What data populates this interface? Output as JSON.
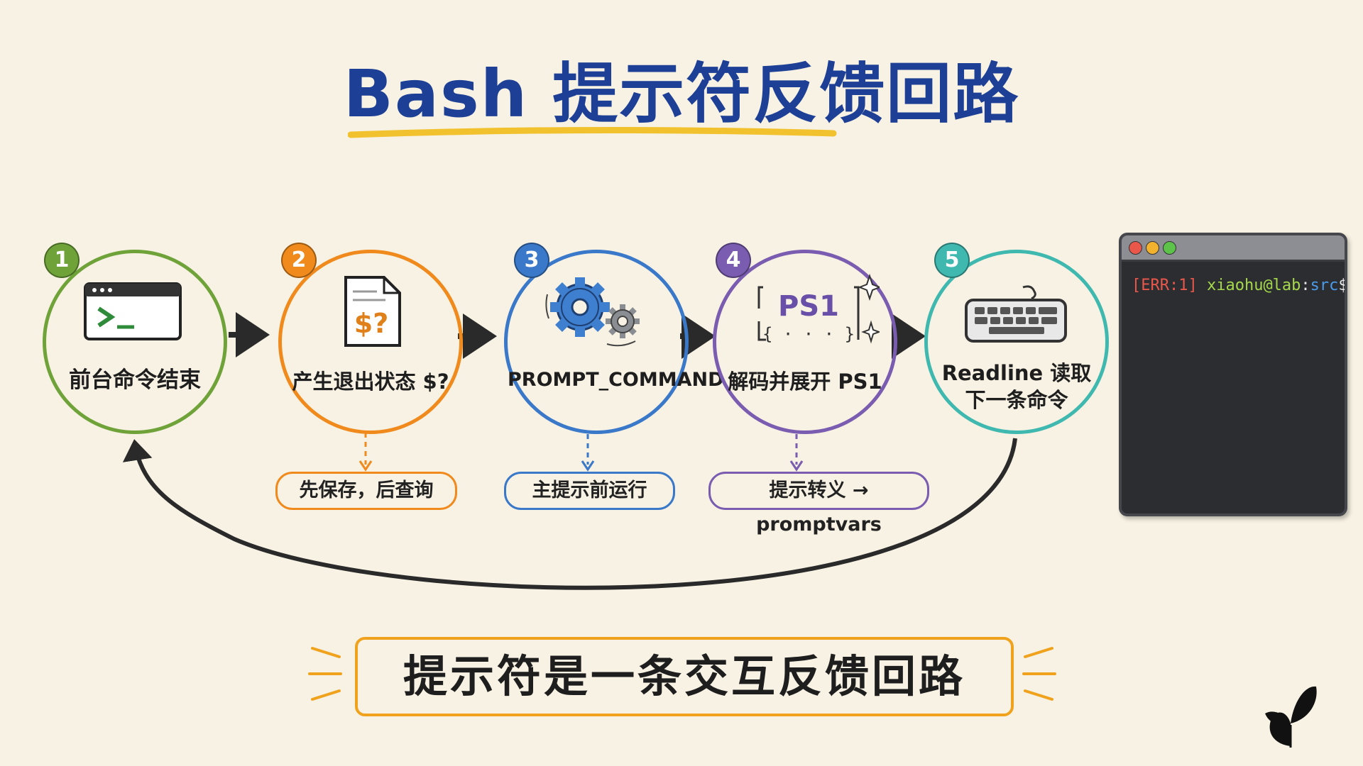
{
  "title": "Bash 提示符反馈回路",
  "steps": [
    {
      "number": "1",
      "label_lines": [
        "前台命令结束"
      ],
      "icon": "terminal-window-icon",
      "color": "#6fa33a"
    },
    {
      "number": "2",
      "label_lines": [
        "产生退出状态 $?"
      ],
      "icon": "document-dollar-question-icon",
      "icon_text": "$?",
      "color": "#f08a1c"
    },
    {
      "number": "3",
      "label_lines": [
        "PROMPT_COMMAND"
      ],
      "icon": "gears-icon",
      "color": "#3a78c9"
    },
    {
      "number": "4",
      "label_lines": [
        "解码并展开 PS1"
      ],
      "icon": "ps1-template-icon",
      "icon_text": "PS1",
      "color": "#7a5cb0"
    },
    {
      "number": "5",
      "label_lines": [
        "Readline 读取",
        "下一条命令"
      ],
      "icon": "keyboard-icon",
      "color": "#3fb8b0"
    }
  ],
  "notes": [
    {
      "text": "先保存，后查询",
      "color": "#f08a1c"
    },
    {
      "text": "主提示前运行",
      "color": "#3a78c9"
    },
    {
      "text": "提示转义 → promptvars",
      "color": "#7a5cb0"
    }
  ],
  "terminal": {
    "prompt_error": "[ERR:1]",
    "prompt_user": "xiaohu@lab",
    "prompt_sep": ":",
    "prompt_dir": "src",
    "prompt_symbol": "$",
    "colors": {
      "error": "#e8574a",
      "user": "#a6d94a",
      "dir": "#4c9be8",
      "text": "#e6e6e6"
    }
  },
  "summary": "提示符是一条交互反馈回路",
  "colors": {
    "title": "#1d3f95",
    "underline": "#f2c12e",
    "arrow": "#2a2a2a",
    "background": "#f7f2e3",
    "summary_border": "#f0a21d"
  }
}
